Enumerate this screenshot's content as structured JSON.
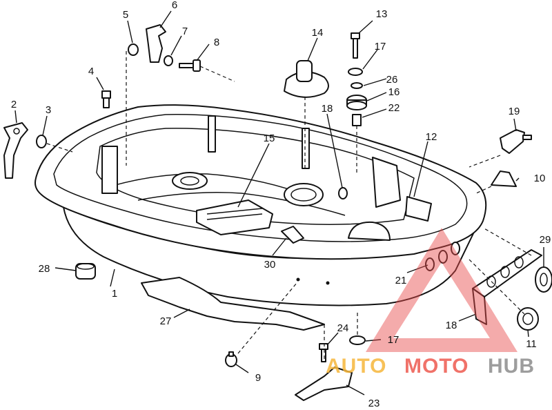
{
  "callouts": [
    {
      "id": "c1",
      "label": "1"
    },
    {
      "id": "c2",
      "label": "2"
    },
    {
      "id": "c3",
      "label": "3"
    },
    {
      "id": "c4",
      "label": "4"
    },
    {
      "id": "c5",
      "label": "5"
    },
    {
      "id": "c6",
      "label": "6"
    },
    {
      "id": "c7",
      "label": "7"
    },
    {
      "id": "c8",
      "label": "8"
    },
    {
      "id": "c9",
      "label": "9"
    },
    {
      "id": "c10",
      "label": "10"
    },
    {
      "id": "c11",
      "label": "11"
    },
    {
      "id": "c12",
      "label": "12"
    },
    {
      "id": "c13",
      "label": "13"
    },
    {
      "id": "c14",
      "label": "14"
    },
    {
      "id": "c15",
      "label": "15"
    },
    {
      "id": "c16",
      "label": "16"
    },
    {
      "id": "c17a",
      "label": "17"
    },
    {
      "id": "c17b",
      "label": "17"
    },
    {
      "id": "c18a",
      "label": "18"
    },
    {
      "id": "c18b",
      "label": "18"
    },
    {
      "id": "c19",
      "label": "19"
    },
    {
      "id": "c21",
      "label": "21"
    },
    {
      "id": "c22",
      "label": "22"
    },
    {
      "id": "c23",
      "label": "23"
    },
    {
      "id": "c24",
      "label": "24"
    },
    {
      "id": "c26",
      "label": "26"
    },
    {
      "id": "c27",
      "label": "27"
    },
    {
      "id": "c28",
      "label": "28"
    },
    {
      "id": "c29",
      "label": "29"
    },
    {
      "id": "c30",
      "label": "30"
    }
  ],
  "watermark": {
    "word_auto": "AUTO",
    "word_moto": "MOTO",
    "word_hub": "HUB",
    "colors": {
      "auto": "#f6b73c",
      "moto": "#ee5a4f",
      "hub": "#8c8c8c",
      "triangle": "#e84b4b"
    }
  }
}
